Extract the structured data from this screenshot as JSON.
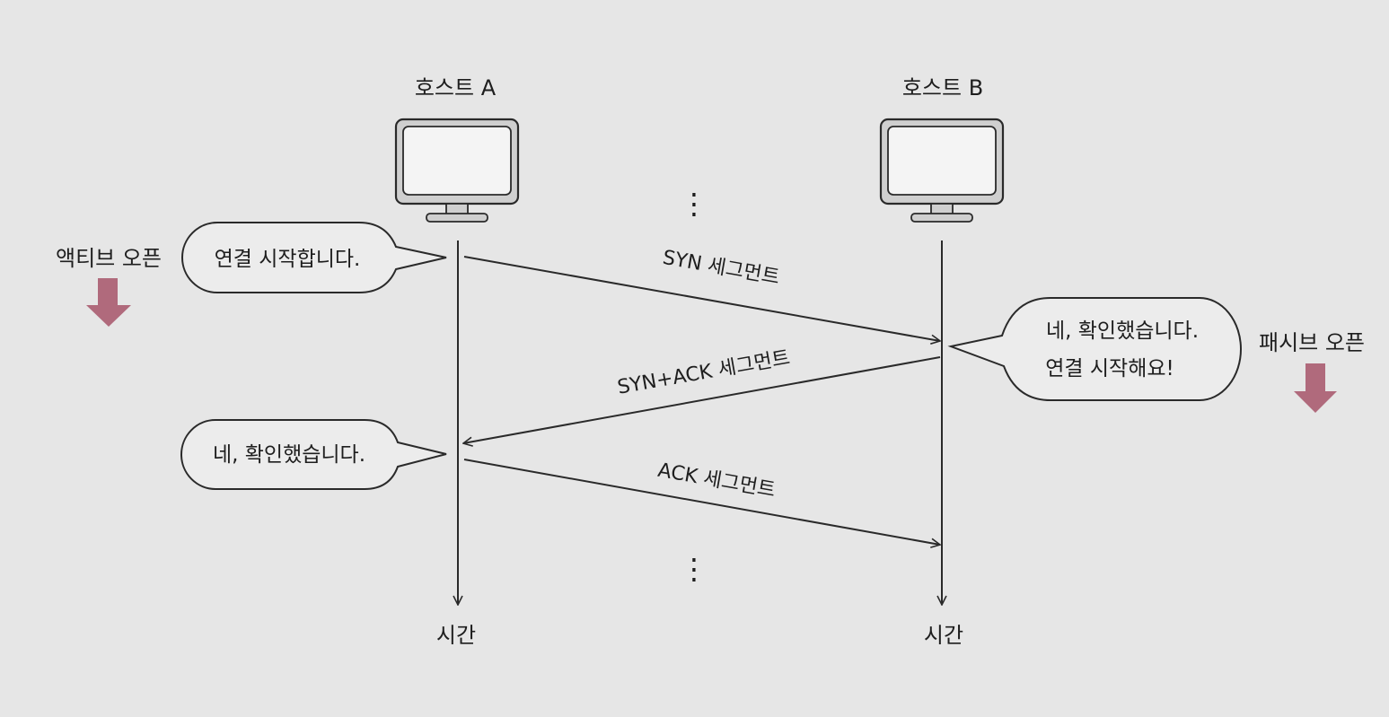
{
  "hosts": {
    "a": {
      "label": "호스트 A",
      "time_label": "시간"
    },
    "b": {
      "label": "호스트 B",
      "time_label": "시간"
    }
  },
  "states": {
    "active_open": "액티브 오픈",
    "passive_open": "패시브 오픈"
  },
  "bubbles": {
    "a_start": "연결 시작합니다.",
    "b_reply_line1": "네, 확인했습니다.",
    "b_reply_line2": "연결 시작해요!",
    "a_ack": "네, 확인했습니다."
  },
  "segments": {
    "syn": "SYN 세그먼트",
    "syn_ack": "SYN+ACK 세그먼트",
    "ack": "ACK 세그먼트"
  },
  "ellipsis": "⋮",
  "colors": {
    "background": "#e6e6e6",
    "arrow_accent": "#b06a7c",
    "line": "#2a2a2a",
    "monitor_screen": "#f4f4f4",
    "monitor_frame": "#cfcfcf"
  },
  "icons": {
    "host": "monitor-icon",
    "state": "down-arrow-icon"
  }
}
